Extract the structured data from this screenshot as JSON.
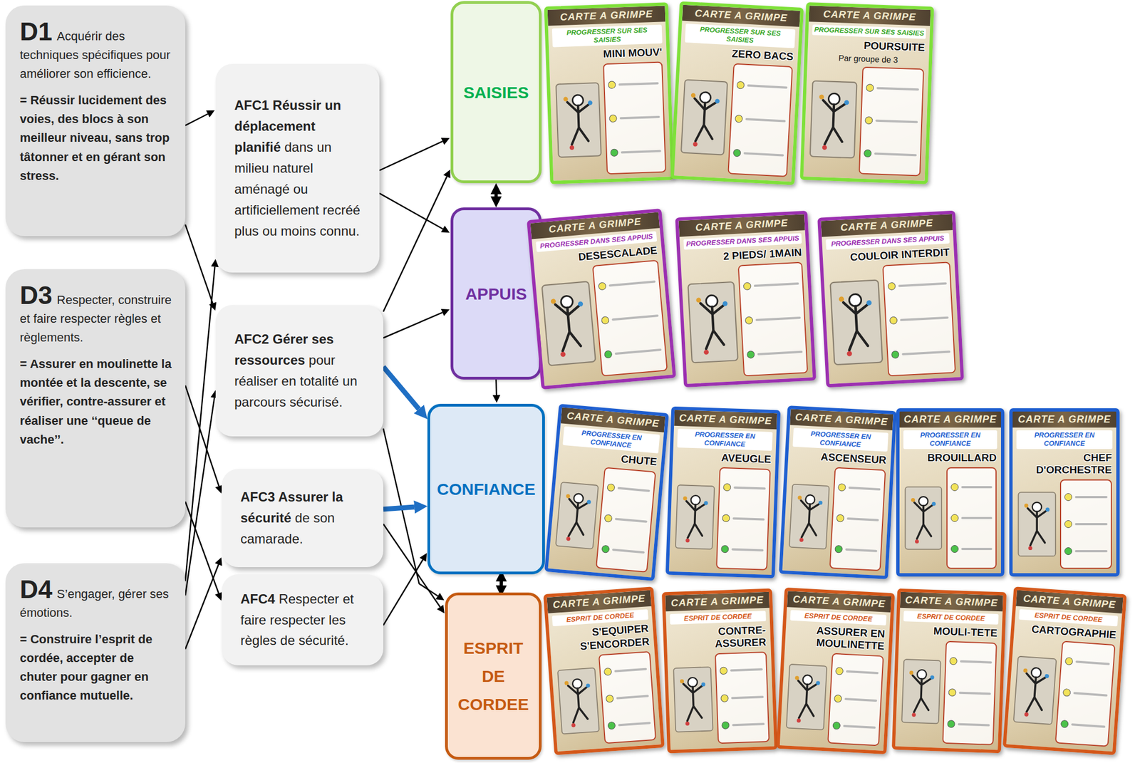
{
  "diagram": {
    "nodes": [
      {
        "text": [
          "D1",
          "Acquérir des techniques spécifiques pour améliorer son efficience.",
          "= Réussir lucidement des voies, des blocs à son meilleur niveau, sans trop tâtonner et en gérant son stress."
        ]
      },
      {
        "text": [
          "D3",
          "Respecter, construire et faire respecter règles et règlements.",
          "= Assurer en moulinette la montée et la descente, se vérifier, contre-assurer et réaliser une ‘‘queue de vache’’."
        ]
      },
      {
        "text": [
          "D4",
          "S’engager, gérer ses émotions.",
          "= Construire l’esprit de cordée, accepter de chuter pour gagner en confiance mutuelle."
        ]
      },
      {
        "text": [
          "AFC1 Réussir un déplacement planifié",
          "dans un milieu naturel aménagé ou artificiellement recréé plus ou moins connu."
        ]
      },
      {
        "text": [
          "AFC2 Gérer ses ressources",
          "pour réaliser en totalité un parcours sécurisé."
        ]
      },
      {
        "text": [
          "AFC3 Assurer la sécurité",
          "de son camarade."
        ]
      },
      {
        "text": [
          "AFC4",
          "Respecter et faire respecter les règles de sécurité."
        ]
      },
      {
        "text": [
          "SAISIES"
        ]
      },
      {
        "text": [
          "CARTE A GRIMPE",
          "PROGRESSER SUR SES SAISIES",
          "MINI MOUV'"
        ]
      },
      {
        "text": [
          "CARTE A GRIMPE",
          "PROGRESSER SUR SES SAISIES",
          "ZERO BACS"
        ]
      },
      {
        "text": [
          "CARTE A GRIMPE",
          "PROGRESSER SUR SES SAISIES",
          "POURSUITE",
          "Par groupe de 3"
        ]
      },
      {
        "text": [
          "APPUIS"
        ]
      },
      {
        "text": [
          "CARTE A GRIMPE",
          "PROGRESSER DANS SES APPUIS",
          "DESESCALADE"
        ]
      },
      {
        "text": [
          "CARTE A GRIMPE",
          "PROGRESSER DANS SES APPUIS",
          "2 PIEDS/ 1MAIN"
        ]
      },
      {
        "text": [
          "CARTE A GRIMPE",
          "PROGRESSER DANS SES APPUIS",
          "COULOIR INTERDIT"
        ]
      },
      {
        "text": [
          "CONFIANCE"
        ]
      },
      {
        "text": [
          "CARTE A GRIMPE",
          "PROGRESSER EN CONFIANCE",
          "CHUTE"
        ]
      },
      {
        "text": [
          "CARTE A GRIMPE",
          "PROGRESSER EN CONFIANCE",
          "AVEUGLE"
        ]
      },
      {
        "text": [
          "CARTE A GRIMPE",
          "PROGRESSER EN CONFIANCE",
          "ASCENSEUR"
        ]
      },
      {
        "text": [
          "CARTE A GRIMPE",
          "PROGRESSER EN CONFIANCE",
          "BROUILLARD"
        ]
      },
      {
        "text": [
          "CARTE A GRIMPE",
          "PROGRESSER EN CONFIANCE",
          "CHEF D'ORCHESTRE"
        ]
      },
      {
        "text": [
          "ESPRIT DE CORDEE"
        ]
      },
      {
        "text": [
          "CARTE A GRIMPE",
          "ESPRIT DE CORDEE",
          "S'EQUIPER",
          "S'ENCORDER"
        ]
      },
      {
        "text": [
          "CARTE A GRIMPE",
          "ESPRIT DE CORDEE",
          "CONTRE-ASSURER"
        ]
      },
      {
        "text": [
          "CARTE A GRIMPE",
          "ESPRIT DE CORDEE",
          "ASSURER EN MOULINETTE"
        ]
      },
      {
        "text": [
          "CARTE A GRIMPE",
          "ESPRIT DE CORDEE",
          "MOULI-TETE"
        ]
      },
      {
        "text": [
          "CARTE A GRIMPE",
          "ESPRIT DE CORDEE",
          "CARTOGRAPHIE"
        ]
      }
    ],
    "edges": [
      {
        "from": 0,
        "to": 3,
        "arrow": "to"
      },
      {
        "from": 0,
        "to": 4,
        "arrow": "to"
      },
      {
        "from": 1,
        "to": 5,
        "arrow": "to"
      },
      {
        "from": 1,
        "to": 6,
        "arrow": "to"
      },
      {
        "from": 2,
        "to": 3,
        "arrow": "to"
      },
      {
        "from": 2,
        "to": 4,
        "arrow": "to"
      },
      {
        "from": 2,
        "to": 5,
        "arrow": "to"
      },
      {
        "from": 3,
        "to": 7,
        "arrow": "to"
      },
      {
        "from": 3,
        "to": 11,
        "arrow": "to"
      },
      {
        "from": 4,
        "to": 7,
        "arrow": "to"
      },
      {
        "from": 4,
        "to": 11,
        "arrow": "to"
      },
      {
        "from": 4,
        "to": 15,
        "arrow": "to"
      },
      {
        "from": 4,
        "to": 21,
        "arrow": "to"
      },
      {
        "from": 5,
        "to": 15,
        "arrow": "to"
      },
      {
        "from": 5,
        "to": 21,
        "arrow": "to"
      },
      {
        "from": 6,
        "to": 15,
        "arrow": "to"
      },
      {
        "from": 7,
        "to": 11,
        "arrow": "both"
      },
      {
        "from": 11,
        "to": 15,
        "arrow": "to"
      },
      {
        "from": 15,
        "to": 21,
        "arrow": "both"
      }
    ]
  }
}
